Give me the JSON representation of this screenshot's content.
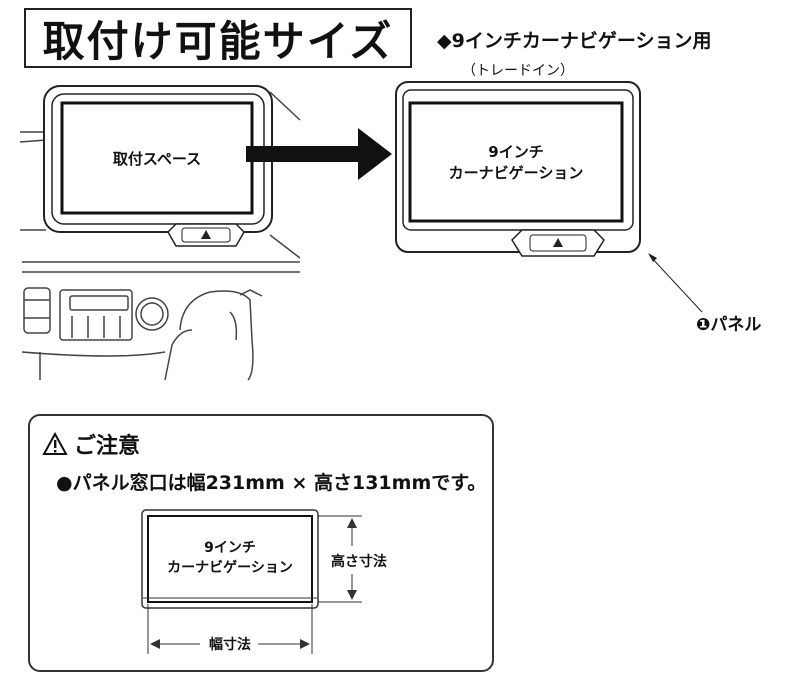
{
  "header": {
    "title": "取付け可能サイズ",
    "subtitle": "◆9インチカーナビゲーション用",
    "subnote": "（トレードイン）"
  },
  "illustration": {
    "mount_space_label": "取付スペース",
    "navi_label_line1": "9インチ",
    "navi_label_line2": "カーナビゲーション",
    "panel_callout": "❶パネル"
  },
  "caution": {
    "heading": "ご注意",
    "note": "●パネル窓口は幅231mm × 高さ131mmです。",
    "small_label_line1": "9インチ",
    "small_label_line2": "カーナビゲーション",
    "height_label": "高さ寸法",
    "width_label": "幅寸法"
  },
  "colors": {
    "line": "#222222",
    "arrow": "#111111",
    "background": "#ffffff"
  },
  "icons": {
    "caution": "warning-triangle-icon",
    "hazard": "hazard-triangle-icon"
  }
}
